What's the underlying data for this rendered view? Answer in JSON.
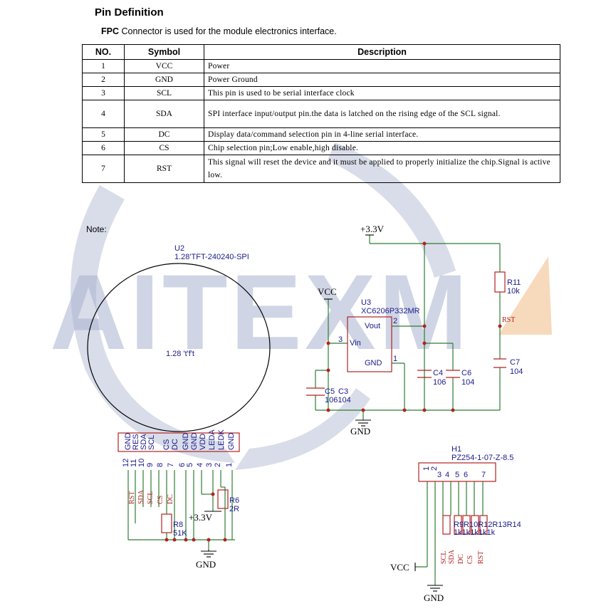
{
  "heading": "Pin Definition",
  "intro_bold": "FPC",
  "intro_rest": " Connector is used for the module electronics interface.",
  "table": {
    "headers": [
      "NO.",
      "Symbol",
      "Description"
    ],
    "rows": [
      {
        "no": "1",
        "symbol": "VCC",
        "desc": "Power"
      },
      {
        "no": "2",
        "symbol": "GND",
        "desc": "Power Ground"
      },
      {
        "no": "3",
        "symbol": "SCL",
        "desc": "This pin is used to be serial interface clock"
      },
      {
        "no": "4",
        "symbol": "SDA",
        "desc": "SPI interface input/output pin.the data is latched on the rising edge of the SCL signal."
      },
      {
        "no": "5",
        "symbol": "DC",
        "desc": "Display data/command selection pin in 4-line serial interface."
      },
      {
        "no": "6",
        "symbol": "CS",
        "desc": "Chip selection pin;Low enable,high disable."
      },
      {
        "no": "7",
        "symbol": "RST",
        "desc": "This signal will reset the device and it must be applied to properly initialize the chip.Signal is active low."
      }
    ]
  },
  "note": "Note:",
  "watermark": "AITEXM",
  "schematic": {
    "u2_ref": "U2",
    "u2_name": "1.28'TFT-240240-SPI",
    "u2_center": "1.28  't'f't",
    "fpc_pins": [
      "GND",
      "RES",
      "SDA",
      "SCL",
      "CS",
      "DC",
      "GND",
      "GND",
      "VDD",
      "LEDA",
      "LEDK",
      "GND"
    ],
    "fpc_nums": [
      "12",
      "11",
      "10",
      "9",
      "8",
      "7",
      "6",
      "5",
      "4",
      "3",
      "2",
      "1"
    ],
    "fpc_nets": [
      "RST",
      "SDA",
      "SCL",
      "CS",
      "DC"
    ],
    "r8_ref": "R8",
    "r8_val": "51K",
    "r6_ref": "R6",
    "r6_val": "2R",
    "v33_left": "+3.3V",
    "gnd1": "GND",
    "v33_top": "+3.3V",
    "vcc": "VCC",
    "u3_ref": "U3",
    "u3_name": "XC6206P332MR",
    "u3_vout": "Vout",
    "u3_vin": "Vin",
    "u3_gnd": "GND",
    "u3_pin2": "2",
    "u3_pin3": "3",
    "u3_pin1": "1",
    "r11_ref": "R11",
    "r11_val": "10k",
    "rst_net": "RST",
    "c7_ref": "C7",
    "c7_val": "104",
    "c4_ref": "C4",
    "c4_val": "106",
    "c6_ref": "C6",
    "c6_val": "104",
    "c5_ref": "C5",
    "c3_ref": "C3",
    "c53_val": "106104",
    "gnd2": "GND",
    "h1_ref": "H1",
    "h1_name": "PZ254-1-07-Z-8.5",
    "h1_nums": [
      "1",
      "2",
      "3",
      "4",
      "5",
      "6",
      "7"
    ],
    "h1_nets": [
      "SCL",
      "SDA",
      "DC",
      "CS",
      "RST"
    ],
    "r9_label": "R9R10R12R13R14",
    "r9_vals": "1k1k1k1k1k",
    "vcc2": "VCC",
    "gnd3": "GND"
  }
}
